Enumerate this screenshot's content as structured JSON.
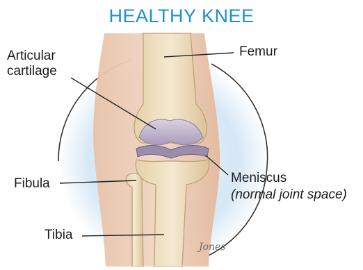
{
  "title": "HEALTHY KNEE",
  "labels": {
    "articular_cartilage_line1": "Articular",
    "articular_cartilage_line2": "cartilage",
    "femur": "Femur",
    "meniscus": "Meniscus",
    "meniscus_note": "(normal joint space)",
    "fibula": "Fibula",
    "tibia": "Tibia"
  },
  "signature": "Jones",
  "colors": {
    "title": "#1f8fcf",
    "bone": "#e9d9b6",
    "cartilage": "#b9aec6",
    "skin": "#e9c5ad",
    "halo": "#cfe3f4"
  }
}
